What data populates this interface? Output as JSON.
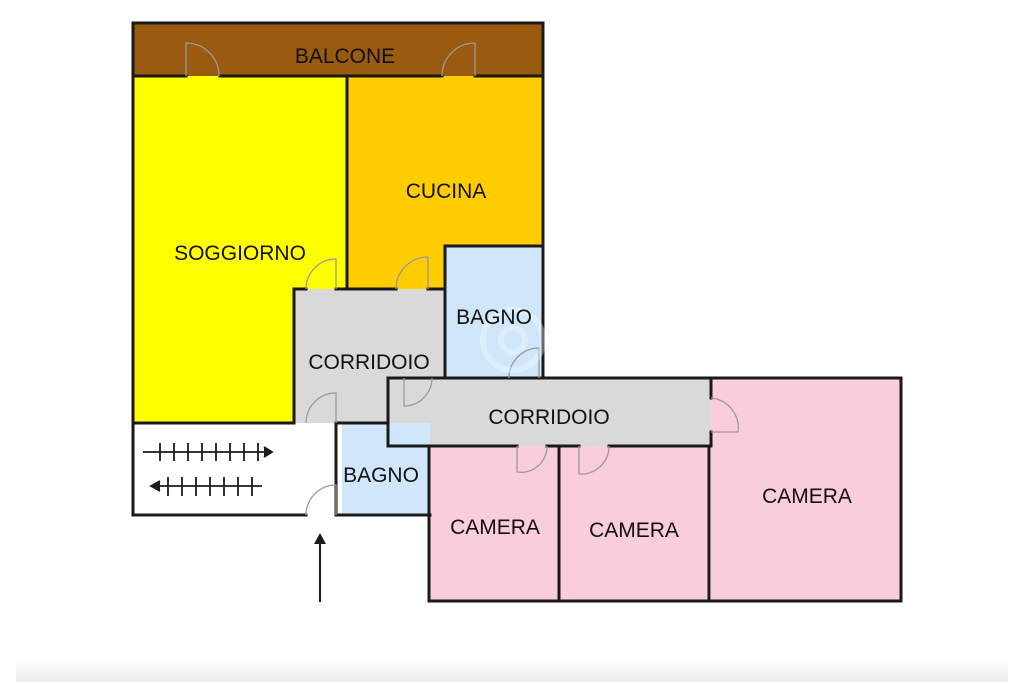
{
  "plan": {
    "colors": {
      "balcone": "#9a5a10",
      "soggiorno": "#ffff00",
      "cucina": "#ffcc00",
      "bagno": "#cfe6fb",
      "corridoio": "#d9d9d9",
      "camera": "#f9cdd9",
      "wall": "#1a1a1a"
    },
    "rooms": [
      {
        "id": "balcone",
        "label": "BALCONE"
      },
      {
        "id": "cucina",
        "label": "CUCINA"
      },
      {
        "id": "soggiorno",
        "label": "SOGGIORNO"
      },
      {
        "id": "bagno-1",
        "label": "BAGNO"
      },
      {
        "id": "corridoio-1",
        "label": "CORRIDOIO"
      },
      {
        "id": "corridoio-2",
        "label": "CORRIDOIO"
      },
      {
        "id": "bagno-2",
        "label": "BAGNO"
      },
      {
        "id": "camera-1",
        "label": "CAMERA"
      },
      {
        "id": "camera-2",
        "label": "CAMERA"
      },
      {
        "id": "camera-3",
        "label": "CAMERA"
      }
    ]
  }
}
